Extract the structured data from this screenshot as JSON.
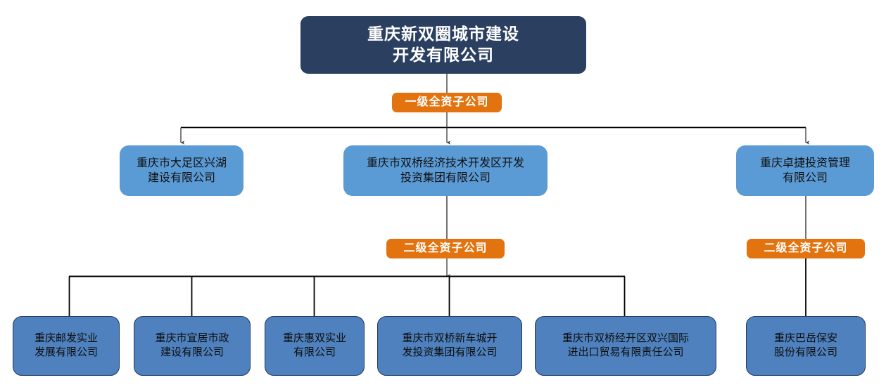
{
  "chart_title": "",
  "diagram": {
    "type": "org-chart",
    "orientation": "top-down",
    "background_color": "#FFFFFF",
    "root": {
      "label": "重庆新双圈城市建设\n开发有限公司",
      "fill": "#2B4061",
      "text_color": "#FFFFFF"
    },
    "tier1_tag": {
      "label": "一级全资子公司",
      "fill": "#E2730F",
      "text_color": "#FFFFFF"
    },
    "tier1_nodes": [
      {
        "label": "重庆市大足区兴湖\n建设有限公司",
        "fill": "#5B9BD5",
        "text_color": "#101010"
      },
      {
        "label": "重庆市双桥经济技术开发区开发\n投资集团有限公司",
        "fill": "#5B9BD5",
        "text_color": "#101010"
      },
      {
        "label": "重庆卓捷投资管理\n有限公司",
        "fill": "#5B9BD5",
        "text_color": "#101010"
      }
    ],
    "tier2_tag_center": {
      "label": "二级全资子公司",
      "fill": "#E2730F",
      "text_color": "#FFFFFF"
    },
    "tier2_tag_right": {
      "label": "二级全资子公司",
      "fill": "#E2730F",
      "text_color": "#FFFFFF"
    },
    "tier2_nodes_center": [
      {
        "label": "重庆邮发实业\n发展有限公司",
        "fill": "#4E81BD",
        "border_color": "#1F3864",
        "text_color": "#0D0D0D"
      },
      {
        "label": "重庆市宜居市政\n建设有限公司",
        "fill": "#4E81BD",
        "border_color": "#1F3864",
        "text_color": "#0D0D0D"
      },
      {
        "label": "重庆惠双实业\n有限公司",
        "fill": "#4E81BD",
        "border_color": "#1F3864",
        "text_color": "#0D0D0D"
      },
      {
        "label": "重庆市双桥新车城开\n发投资集团有限公司",
        "fill": "#4E81BD",
        "border_color": "#1F3864",
        "text_color": "#0D0D0D"
      },
      {
        "label": "重庆市双桥经开区双兴国际\n进出口贸易有限责任公司",
        "fill": "#4E81BD",
        "border_color": "#1F3864",
        "text_color": "#0D0D0D"
      }
    ],
    "tier2_nodes_right": [
      {
        "label": "重庆巴岳保安\n股份有限公司",
        "fill": "#4E81BD",
        "border_color": "#1F3864",
        "text_color": "#0D0D0D"
      }
    ],
    "connector_color": "#000000"
  }
}
